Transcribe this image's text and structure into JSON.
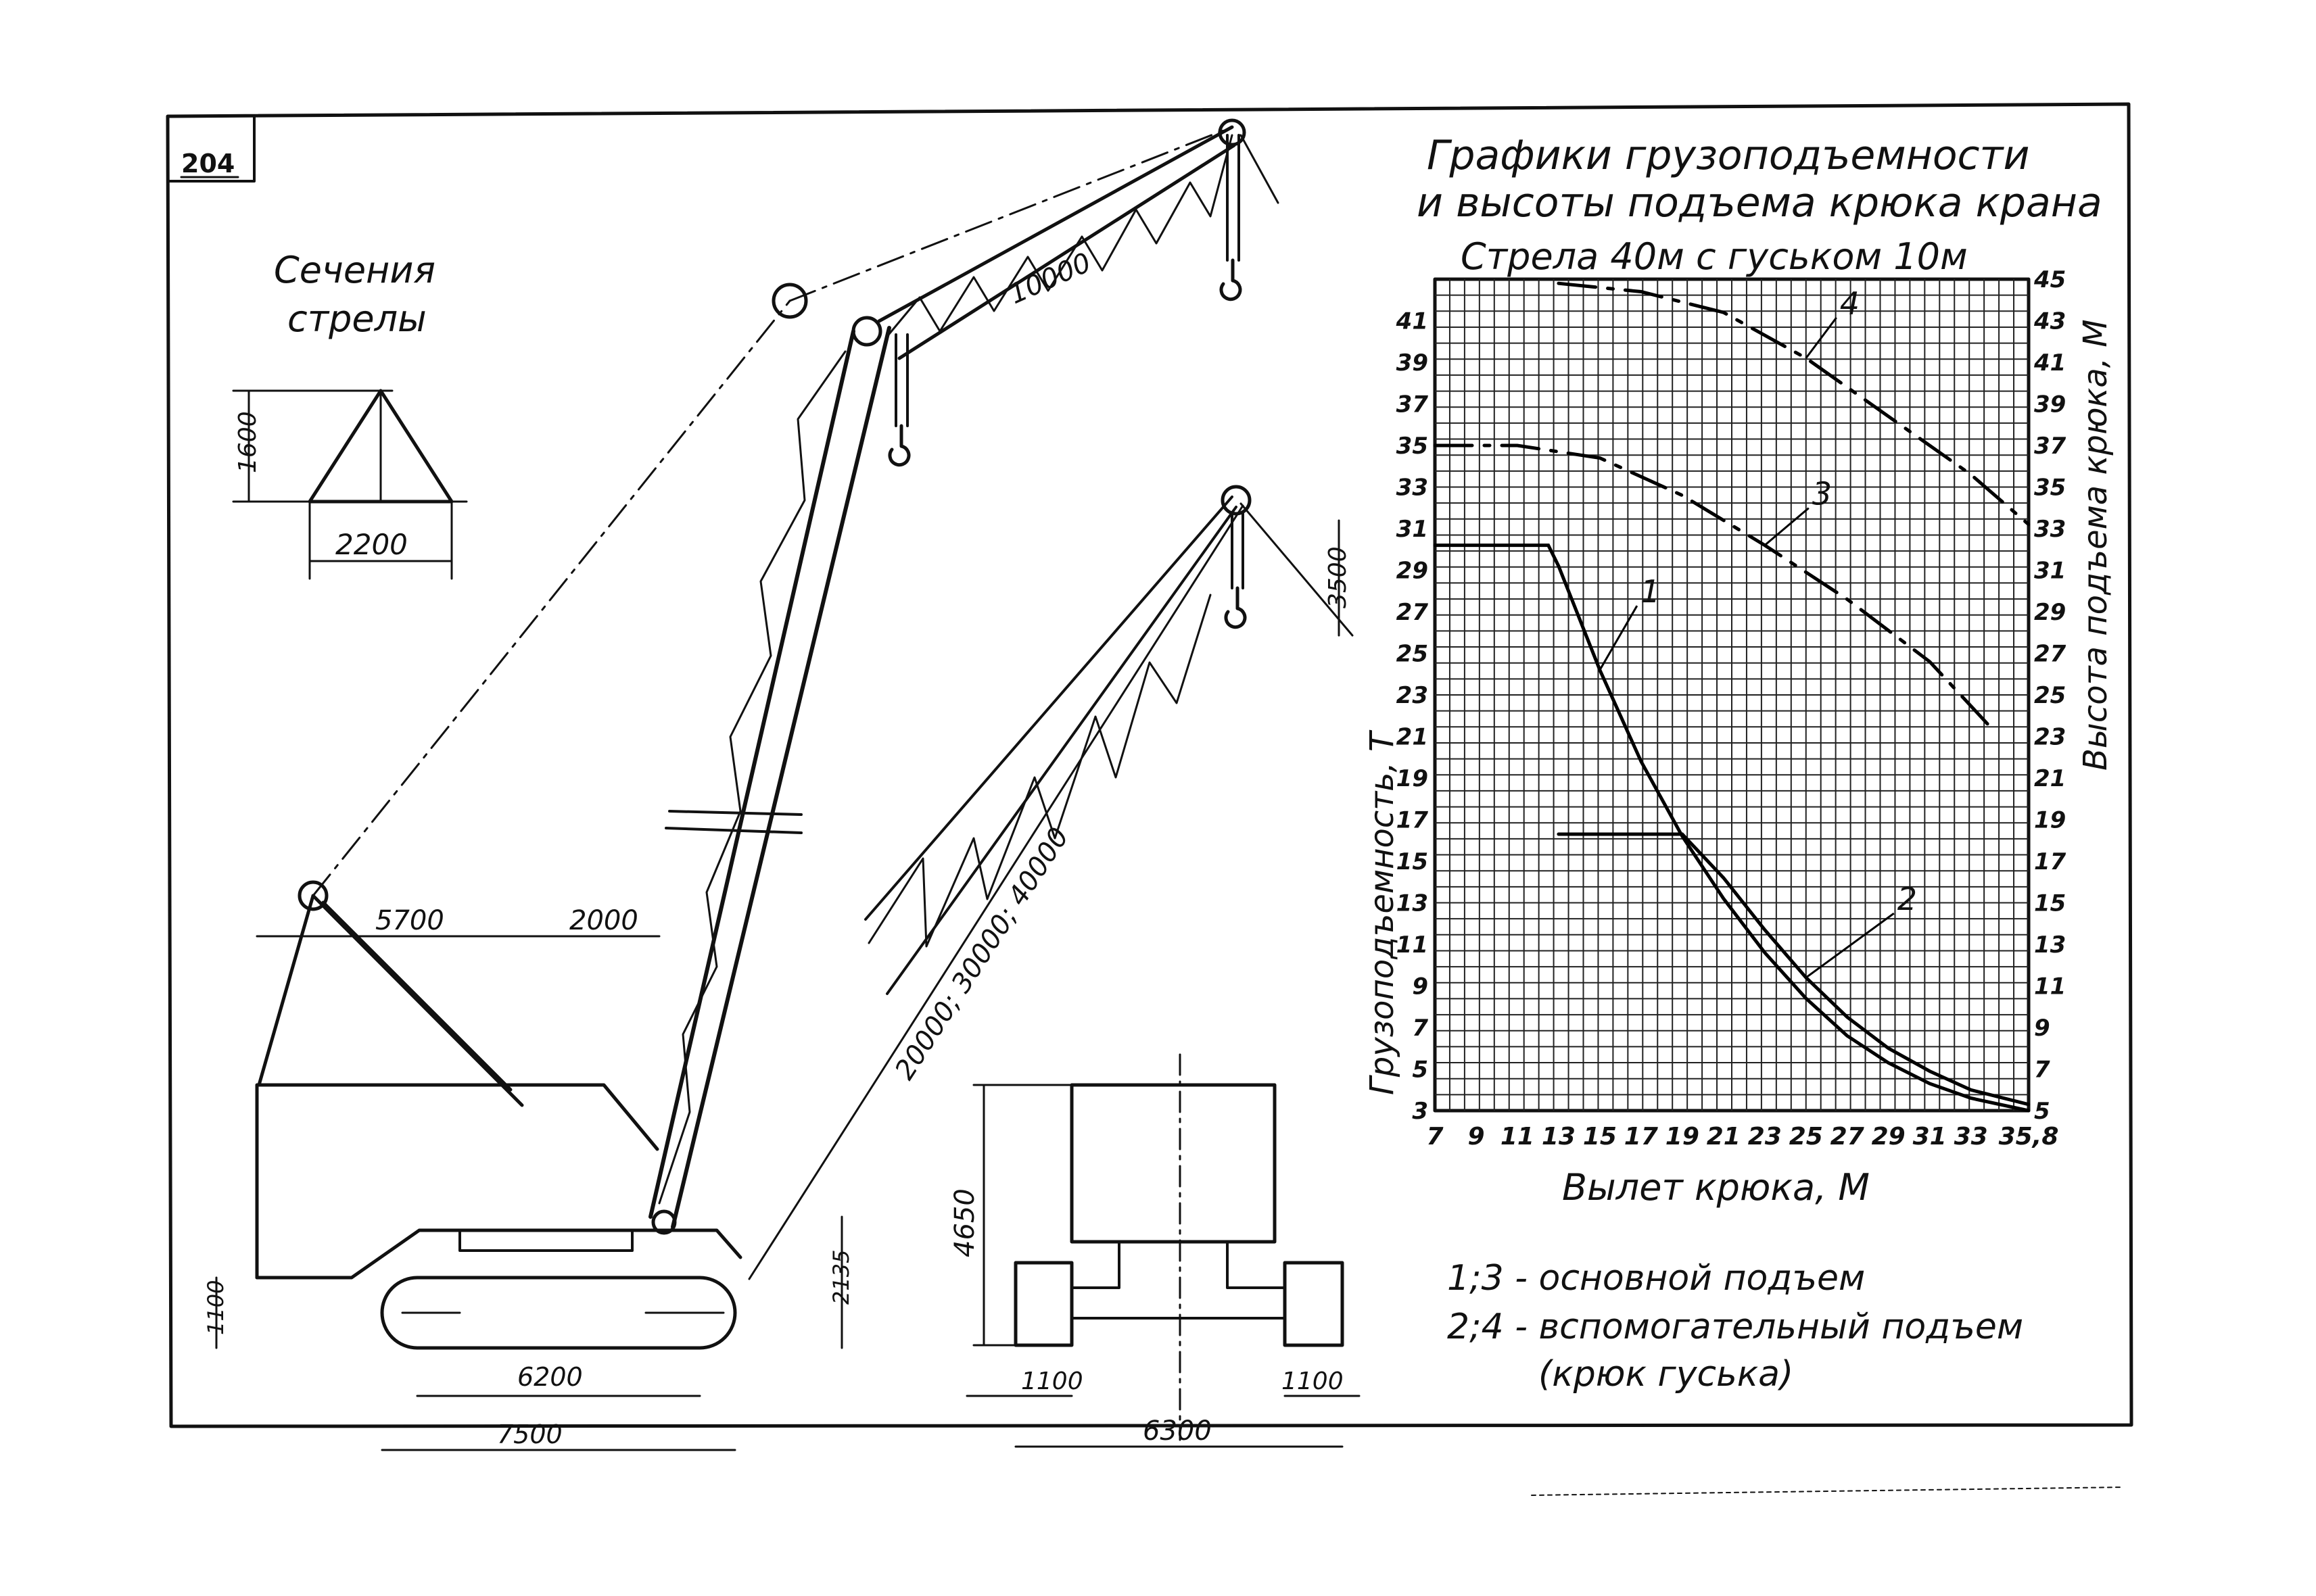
{
  "sheet": {
    "page_number": "204",
    "section_title": [
      "Сечения",
      "стрелы"
    ],
    "section_dims": {
      "height": "1600",
      "width": "2200"
    }
  },
  "crane": {
    "dims": {
      "rear_top": "5700",
      "front_top": "2000",
      "track_height": "1100",
      "track_length": "6200",
      "base_length": "7500",
      "pivot_height": "2135",
      "boom_lengths": "20000; 30000; 40000",
      "jib_length": "10000",
      "hook_drop": "3500"
    }
  },
  "front_view": {
    "height": "4650",
    "track_left": "1100",
    "track_right": "1100",
    "total_width": "6300"
  },
  "chart": {
    "title": [
      "Графики грузоподъемности",
      "и высоты подъема крюка крана"
    ],
    "subtitle": "Стрела 40м с гуськом 10м",
    "xlabel": "Вылет крюка, М",
    "ylabel_left": "Грузоподъемность, Т",
    "ylabel_right": "Высота подъема крюка, М",
    "x_ticks": [
      "7",
      "9",
      "11",
      "13",
      "15",
      "17",
      "19",
      "21",
      "23",
      "25",
      "27",
      "29",
      "31",
      "33",
      "35,8"
    ],
    "y_left_ticks": [
      "3",
      "5",
      "7",
      "9",
      "11",
      "13",
      "15",
      "17",
      "19",
      "21",
      "23",
      "25",
      "27",
      "29",
      "31",
      "33",
      "35",
      "37",
      "39",
      "41"
    ],
    "y_right_ticks": [
      "5",
      "7",
      "9",
      "11",
      "13",
      "15",
      "17",
      "19",
      "21",
      "23",
      "25",
      "27",
      "29",
      "31",
      "33",
      "35",
      "37",
      "39",
      "41",
      "43",
      "45"
    ],
    "curve_labels": [
      "1",
      "2",
      "3",
      "4"
    ]
  },
  "legend": {
    "line1": "1;3 - основной подъем",
    "line2": "2;4 - вспомогательный подъем",
    "line3": "(крюк гуська)"
  },
  "chart_data": {
    "type": "line",
    "title": "Графики грузоподъемности и высоты подъема крюка крана",
    "subtitle": "Стрела 40м с гуськом 10м",
    "xlabel": "Вылет крюка, М",
    "ylabel": "Грузоподъемность, Т",
    "y2label": "Высота подъема крюка, М",
    "xlim": [
      7,
      35.8
    ],
    "ylim": [
      3,
      43
    ],
    "y2lim": [
      5,
      45
    ],
    "grid": true,
    "series": [
      {
        "name": "1",
        "axis": "left",
        "style": "solid",
        "points": [
          [
            7,
            30.2
          ],
          [
            12.5,
            30.2
          ],
          [
            13,
            29.2
          ],
          [
            15,
            24.2
          ],
          [
            17,
            19.8
          ],
          [
            19,
            16.2
          ],
          [
            21,
            13.2
          ],
          [
            23,
            10.6
          ],
          [
            25,
            8.4
          ],
          [
            27,
            6.6
          ],
          [
            29,
            5.3
          ],
          [
            31,
            4.3
          ],
          [
            33,
            3.6
          ],
          [
            35.8,
            3.0
          ]
        ]
      },
      {
        "name": "2",
        "axis": "left",
        "style": "solid",
        "points": [
          [
            13,
            16.3
          ],
          [
            19,
            16.3
          ],
          [
            21,
            14.2
          ],
          [
            23,
            11.7
          ],
          [
            25,
            9.4
          ],
          [
            27,
            7.5
          ],
          [
            29,
            6.0
          ],
          [
            31,
            4.9
          ],
          [
            33,
            4.0
          ],
          [
            35.8,
            3.3
          ]
        ]
      },
      {
        "name": "3",
        "axis": "right",
        "style": "dash-dot",
        "points": [
          [
            7,
            37.0
          ],
          [
            11,
            37.0
          ],
          [
            15,
            36.4
          ],
          [
            19,
            34.6
          ],
          [
            23,
            32.2
          ],
          [
            27,
            29.6
          ],
          [
            31,
            26.6
          ],
          [
            34,
            23.4
          ]
        ]
      },
      {
        "name": "4",
        "axis": "right",
        "style": "dash-dot",
        "points": [
          [
            13,
            44.8
          ],
          [
            17,
            44.4
          ],
          [
            21,
            43.4
          ],
          [
            25,
            41.2
          ],
          [
            29,
            38.4
          ],
          [
            33,
            35.6
          ],
          [
            35.8,
            33.2
          ]
        ]
      }
    ]
  }
}
